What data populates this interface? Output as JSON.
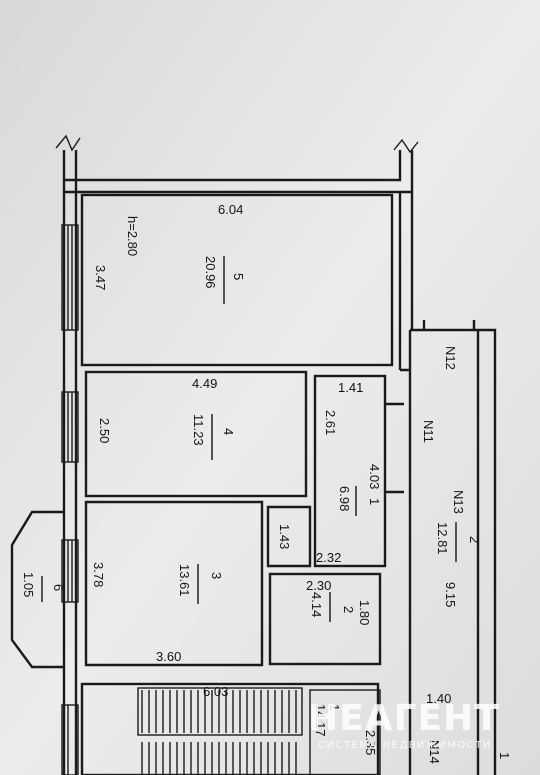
{
  "plan": {
    "ceiling_height": "h=2.80",
    "rooms": [
      {
        "id": "room-5",
        "number": "5",
        "area": "20.96",
        "dims": [
          "6.04",
          "3.47"
        ]
      },
      {
        "id": "room-4",
        "number": "4",
        "area": "11.23",
        "dims": [
          "4.49",
          "2.50"
        ]
      },
      {
        "id": "room-1",
        "number": "1",
        "area": "6.98",
        "dims": [
          "1.41",
          "2.61",
          "4.03",
          "2.32"
        ]
      },
      {
        "id": "room-3",
        "number": "3",
        "area": "13.61",
        "dims": [
          "3.78",
          "3.60",
          "1.43"
        ]
      },
      {
        "id": "room-2",
        "number": "2",
        "area": "4.14",
        "dims": [
          "2.30",
          "1.80"
        ]
      },
      {
        "id": "room-6",
        "number": "6",
        "area": "1.05"
      },
      {
        "id": "corridor-2",
        "number": "2",
        "area": "12.81",
        "dims": [
          "9.15",
          "1.40"
        ]
      },
      {
        "id": "stair",
        "dims": [
          "6.03"
        ]
      }
    ],
    "markers": [
      "N12",
      "N11",
      "N13",
      "N14"
    ],
    "bottom_labels": [
      "1",
      "14.17",
      "2.35",
      "1"
    ]
  },
  "watermark": {
    "brand": "НЕАГЕНТ",
    "tagline": "СИСТЕМА НЕДВИЖИМОСТИ"
  }
}
